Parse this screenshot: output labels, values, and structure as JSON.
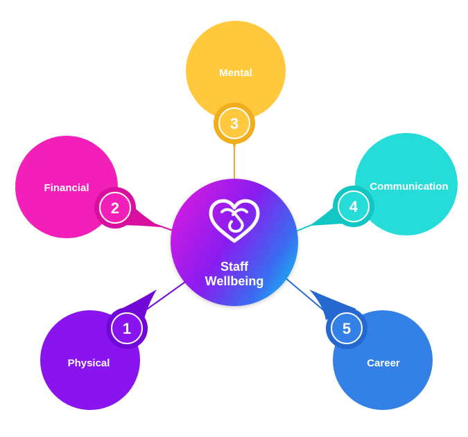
{
  "center": {
    "title_line1": "Staff",
    "title_line2": "Wellbeing",
    "icon": "heart-icon",
    "gradient": [
      "#d41be0",
      "#8a1cf0",
      "#3a6cf0",
      "#18b8f0"
    ]
  },
  "pillars": [
    {
      "key": "mental",
      "number": "3",
      "label": "Mental",
      "color": "#ffc83d",
      "dark": "#f0ad1c"
    },
    {
      "key": "financial",
      "number": "2",
      "label": "Financial",
      "color": "#f21fb8",
      "dark": "#d90fa0"
    },
    {
      "key": "communication",
      "number": "4",
      "label": "Communication",
      "color": "#25dcd8",
      "dark": "#12c6c4"
    },
    {
      "key": "physical",
      "number": "1",
      "label": "Physical",
      "color": "#8a14f0",
      "dark": "#7208d8"
    },
    {
      "key": "career",
      "number": "5",
      "label": "Career",
      "color": "#3381e6",
      "dark": "#2468d0"
    }
  ]
}
